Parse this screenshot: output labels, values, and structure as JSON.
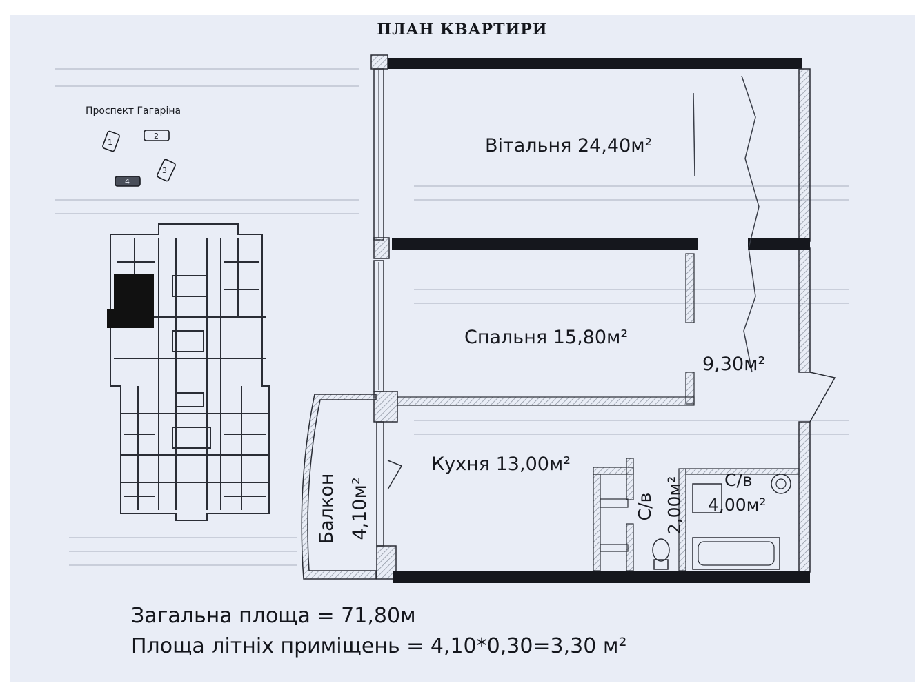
{
  "title": "ПЛАН КВАРТИРИ",
  "location": {
    "street": "Проспект Гагаріна",
    "buildings": [
      "1",
      "2",
      "3",
      "4"
    ]
  },
  "rooms": {
    "living": {
      "name": "Вітальня",
      "area": "24,40м²"
    },
    "bedroom": {
      "name": "Спальня",
      "area": "15,80м²"
    },
    "hall": {
      "area": "9,30м²"
    },
    "kitchen": {
      "name": "Кухня",
      "area": "13,00м²"
    },
    "balcony": {
      "name": "Балкон",
      "area": "4,10м²"
    },
    "bathroom_small": {
      "name": "С/в",
      "area": "2,00м²"
    },
    "bathroom_large": {
      "name": "С/в",
      "area": "4,00м²"
    }
  },
  "summary": {
    "total": "Загальна площа = 71,80м",
    "summer": "Площа літніх приміщень = 4,10*0,30=3,30 м²"
  },
  "colors": {
    "background": "#e9edf6",
    "wall": "#15171d",
    "wall_hatch": "#9aa0ac",
    "ink": "#16181e",
    "highlight": "#111111"
  }
}
